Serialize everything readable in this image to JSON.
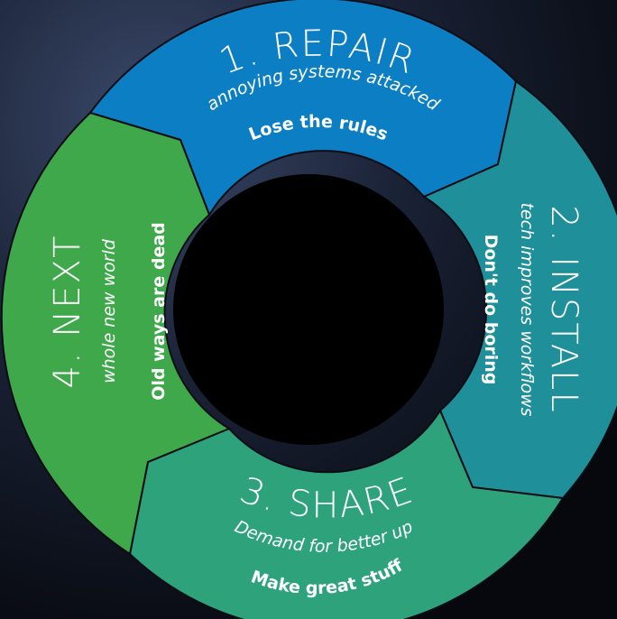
{
  "colors": {
    "repair": "#0c7ec4",
    "install": "#1f8f9a",
    "share": "#2ea27a",
    "next": "#3ea84a",
    "center": "#000000",
    "background": "#0a0d14"
  },
  "segments": {
    "repair": {
      "title": "1. REPAIR",
      "subtitle": "annoying systems attacked",
      "tagline": "Lose the rules"
    },
    "install": {
      "title": "2. INSTALL",
      "subtitle": "tech improves workflows",
      "tagline": "Don't do boring"
    },
    "share": {
      "title": "3. SHARE",
      "subtitle": "Demand for better up",
      "tagline": "Make great stuff"
    },
    "next": {
      "title": "4. NEXT",
      "subtitle": "whole new world",
      "tagline": "Old ways are dead"
    }
  }
}
